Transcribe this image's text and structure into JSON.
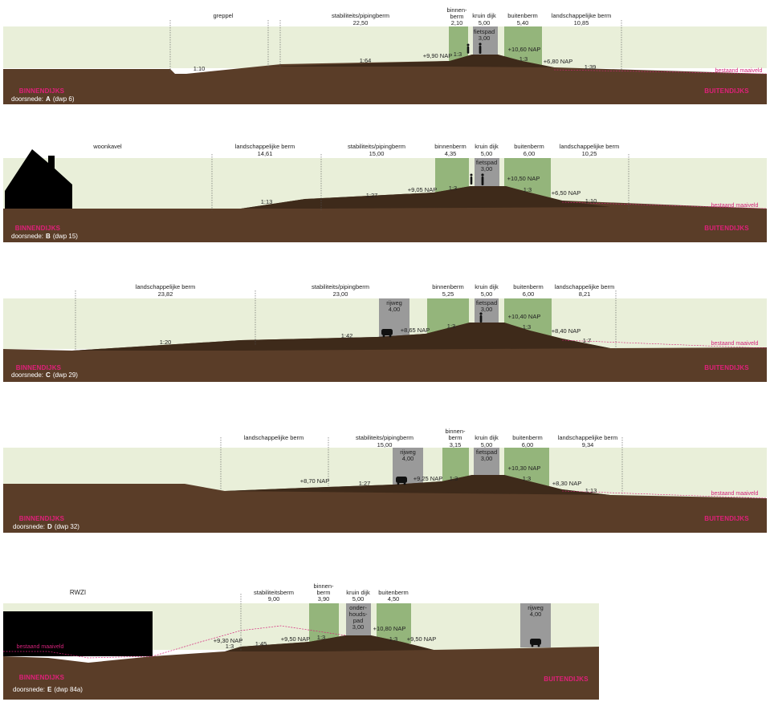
{
  "sections": [
    {
      "id": "A",
      "section_prefix": "doorsnede:",
      "section_letter": "A",
      "section_dwp": "(dwp 6)",
      "inside_label": "BINNENDIJKS",
      "outside_label": "BUITENDIJKS",
      "ground_label": "bestaand maaiveld",
      "zones": [
        {
          "name": "greppel",
          "width": ""
        },
        {
          "name": "stabiliteits/pipingberm",
          "width": "22,50"
        },
        {
          "name": "binnen-",
          "name2": "berm",
          "width": "2,10"
        },
        {
          "name": "kruin dijk",
          "width": "5,00"
        },
        {
          "name": "buitenberm",
          "width": "5,40"
        },
        {
          "name": "landschappelijke berm",
          "width": "10,85"
        }
      ],
      "path_label": "fietspad",
      "path_width": "3,00",
      "levels": [
        "+9,90 NAP",
        "+10,60 NAP",
        "+6,80 NAP"
      ],
      "slopes": [
        "1:10",
        "1:64",
        "1:3",
        "1:3",
        "1:39"
      ]
    },
    {
      "id": "B",
      "section_prefix": "doorsnede:",
      "section_letter": "B",
      "section_dwp": "(dwp 15)",
      "inside_label": "BINNENDIJKS",
      "outside_label": "BUITENDIJKS",
      "ground_label": "bestaand maaiveld",
      "zones": [
        {
          "name": "woonkavel",
          "width": ""
        },
        {
          "name": "landschappelijke berm",
          "width": "14,61"
        },
        {
          "name": "stabiliteits/pipingberm",
          "width": "15,00"
        },
        {
          "name": "binnenberm",
          "width": "4,35"
        },
        {
          "name": "kruin dijk",
          "width": "5,00"
        },
        {
          "name": "buitenberm",
          "width": "6,00"
        },
        {
          "name": "landschappelijke berm",
          "width": "10,25"
        }
      ],
      "path_label": "fietspad",
      "path_width": "3,00",
      "levels": [
        "+9,05 NAP",
        "+10,50 NAP",
        "+6,50 NAP"
      ],
      "slopes": [
        "1:13",
        "1:27",
        "1:3",
        "1:3",
        "1:10"
      ]
    },
    {
      "id": "C",
      "section_prefix": "doorsnede:",
      "section_letter": "C",
      "section_dwp": "(dwp 29)",
      "inside_label": "BINNENDIJKS",
      "outside_label": "BUITENDIJKS",
      "ground_label": "bestaand maaiveld",
      "zones": [
        {
          "name": "landschappelijke berm",
          "width": "23,82"
        },
        {
          "name": "stabiliteits/pipingberm",
          "width": "23,00"
        },
        {
          "name": "binnenberm",
          "width": "5,25"
        },
        {
          "name": "kruin dijk",
          "width": "5,00"
        },
        {
          "name": "buitenberm",
          "width": "6,00"
        },
        {
          "name": "landschappelijke berm",
          "width": "8,21"
        }
      ],
      "road_label": "rijweg",
      "road_width": "4,00",
      "path_label": "fietspad",
      "path_width": "3,00",
      "levels": [
        "+8,65 NAP",
        "+10,40 NAP",
        "+8,40 NAP"
      ],
      "slopes": [
        "1:20",
        "1:42",
        "1:3",
        "1:3",
        "1:7"
      ]
    },
    {
      "id": "D",
      "section_prefix": "doorsnede:",
      "section_letter": "D",
      "section_dwp": "(dwp 32)",
      "inside_label": "BINNENDIJKS",
      "outside_label": "BUITENDIJKS",
      "ground_label": "bestaand maaiveld",
      "zones": [
        {
          "name": "landschappelijke berm",
          "width": ""
        },
        {
          "name": "stabiliteits/pipingberm",
          "width": "15,00"
        },
        {
          "name": "binnen-",
          "name2": "berm",
          "width": "3,15"
        },
        {
          "name": "kruin dijk",
          "width": "5,00"
        },
        {
          "name": "buitenberm",
          "width": "6,00"
        },
        {
          "name": "landschappelijke berm",
          "width": "9,34"
        }
      ],
      "road_label": "rijweg",
      "road_width": "4,00",
      "path_label": "fietspad",
      "path_width": "3,00",
      "levels": [
        "+8,70 NAP",
        "+9,25 NAP",
        "+10,30 NAP",
        "+8,30 NAP"
      ],
      "slopes": [
        "1:27",
        "1:3",
        "1:3",
        "1:13"
      ]
    },
    {
      "id": "E",
      "section_prefix": "doorsnede:",
      "section_letter": "E",
      "section_dwp": "(dwp 84a)",
      "inside_label": "BINNENDIJKS",
      "outside_label": "BUITENDIJKS",
      "ground_label": "bestaand maaiveld",
      "building_label": "RWZI",
      "zones": [
        {
          "name": "stabiliteitsberm",
          "width": "9,00"
        },
        {
          "name": "binnen-",
          "name2": "berm",
          "width": "3,90"
        },
        {
          "name": "kruin dijk",
          "width": "5,00"
        },
        {
          "name": "buitenberm",
          "width": "4,50"
        }
      ],
      "maint_label": [
        "onder-",
        "houds-",
        "pad"
      ],
      "maint_width": "3,00",
      "road_label": "rijweg",
      "road_width": "4,00",
      "levels": [
        "+9,30 NAP",
        "+9,50 NAP",
        "+10,80 NAP",
        "+9,50 NAP"
      ],
      "slopes": [
        "1:3",
        "1:45",
        "1:3",
        "1:3"
      ]
    }
  ],
  "colors": {
    "sky": "#e9efd9",
    "ground": "#5a3d28",
    "dike": "#3e2a1a",
    "berm_fill": "#94b57b",
    "crown_fill": "#9a9a9a",
    "accent": "#e0207a"
  }
}
